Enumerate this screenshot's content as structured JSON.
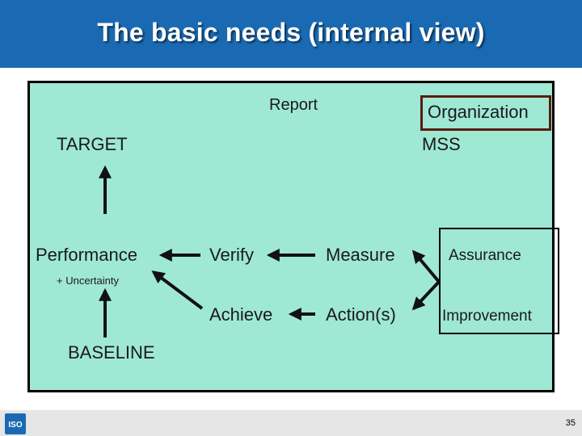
{
  "slide": {
    "title": "The basic needs (internal view)",
    "page_number": "35",
    "logo_text": "ISO"
  },
  "diagram": {
    "report": "Report",
    "organization": "Organization",
    "target": "TARGET",
    "mss": "MSS",
    "performance": "Performance",
    "verify": "Verify",
    "measure": "Measure",
    "assurance": "Assurance",
    "uncertainty": "+ Uncertainty",
    "achieve": "Achieve",
    "actions": "Action(s)",
    "improvement": "Improvement",
    "baseline": "BASELINE"
  },
  "colors": {
    "header": "#1a6ab3",
    "panel": "#9fe8d4",
    "organization_border": "#5a1c10",
    "footer": "#e6e6e6"
  }
}
